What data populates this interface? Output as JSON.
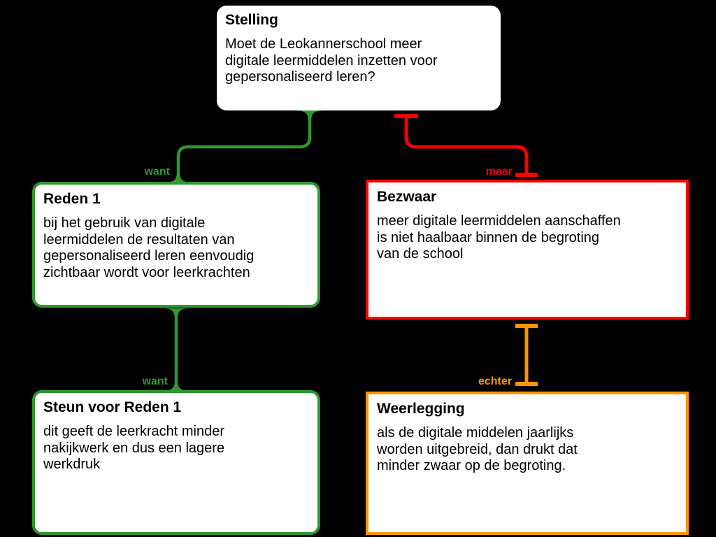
{
  "colors": {
    "green": "#2E992E",
    "red": "#FF0000",
    "orange": "#FF9400",
    "bg": "#000000",
    "box-bg": "#FFFFFF",
    "text": "#000000"
  },
  "nodes": {
    "stelling": {
      "title": "Stelling",
      "body": "Moet de Leokannerschool meer\ndigitale leermiddelen inzetten voor\ngepersonaliseerd leren?"
    },
    "reden1": {
      "title": "Reden 1",
      "body": "bij het gebruik van digitale\nleermiddelen de resultaten van\ngepersonaliseerd leren eenvoudig\nzichtbaar wordt voor leerkrachten"
    },
    "bezwaar": {
      "title": "Bezwaar",
      "body": "meer digitale leermiddelen aanschaffen\nis niet haalbaar binnen de begroting\nvan de school"
    },
    "steun": {
      "title": "Steun voor Reden 1",
      "body": "dit geeft de leerkracht minder\nnakijkwerk en dus een lagere\nwerkdruk"
    },
    "weerlegging": {
      "title": "Weerlegging",
      "body": "als de digitale middelen jaarlijks\nworden uitgebreid, dan drukt dat\nminder zwaar op de begroting."
    }
  },
  "connectors": {
    "want1": {
      "label": "want",
      "type": "support",
      "from": "stelling",
      "to": "reden1"
    },
    "maar": {
      "label": "maar",
      "type": "objection",
      "from": "stelling",
      "to": "bezwaar"
    },
    "want2": {
      "label": "want",
      "type": "support",
      "from": "reden1",
      "to": "steun"
    },
    "echter": {
      "label": "echter",
      "type": "rebuttal",
      "from": "bezwaar",
      "to": "weerlegging"
    }
  }
}
